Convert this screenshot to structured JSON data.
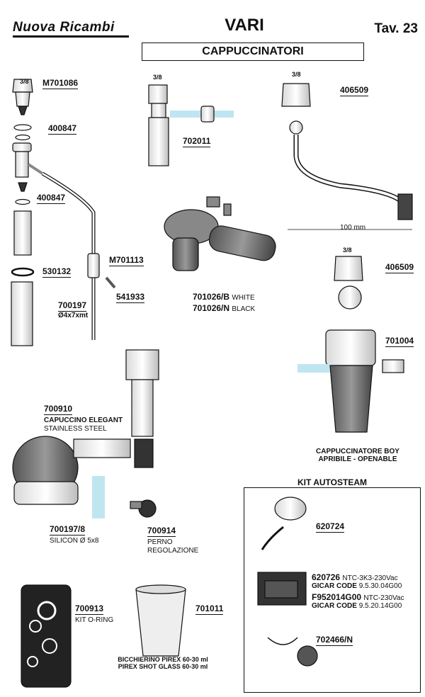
{
  "header": {
    "logo": "Nuova Ricambi",
    "title": "VARI",
    "tav": "Tav. 23",
    "subtitle": "CAPPUCCINATORI"
  },
  "parts": {
    "thread_38_a": "3/8",
    "thread_38_b": "3/8",
    "thread_38_c": "3/8",
    "thread_38_d": "3/8",
    "m701086": "M701086",
    "p400847a": "400847",
    "p400847b": "400847",
    "p530132": "530132",
    "p700197": "700197",
    "p700197_desc": "Ø4x7xmt",
    "m701113": "M701113",
    "p541933": "541933",
    "p702011": "702011",
    "p701026b": "701026/B",
    "p701026b_desc": "WHITE",
    "p701026n": "701026/N",
    "p701026n_desc": "BLACK",
    "p406509a": "406509",
    "p406509b": "406509",
    "dim_100mm": "100 mm",
    "p701004": "701004",
    "boy_caption_1": "CAPPUCCINATORE BOY",
    "boy_caption_2": "APRIBILE - OPENABLE",
    "p700910": "700910",
    "p700910_desc1": "CAPUCCINO ELEGANT",
    "p700910_desc2": "STAINLESS STEEL",
    "p7001978": "700197/8",
    "p7001978_desc": "SILICON Ø 5x8",
    "p700914": "700914",
    "p700914_desc1": "PERNO",
    "p700914_desc2": "REGOLAZIONE",
    "p700913": "700913",
    "p700913_desc": "KIT O-RING",
    "p701011": "701011",
    "glass_caption_1": "BICCHIERINO PIREX 60-30 ml",
    "glass_caption_2": "PIREX SHOT GLASS 60-30 ml"
  },
  "kit": {
    "title": "KIT AUTOSTEAM",
    "p620724": "620724",
    "p620726": "620726",
    "p620726_desc": "NTC-3K3-230Vac",
    "gicar_label_1": "GICAR CODE",
    "gicar_code_1": "9.5.30.04G00",
    "pF952014": "F952014G00",
    "pF952014_desc": "NTC-230Vac",
    "gicar_label_2": "GICAR CODE",
    "gicar_code_2": "9.5.20.14G00",
    "p702466n": "702466/N"
  }
}
